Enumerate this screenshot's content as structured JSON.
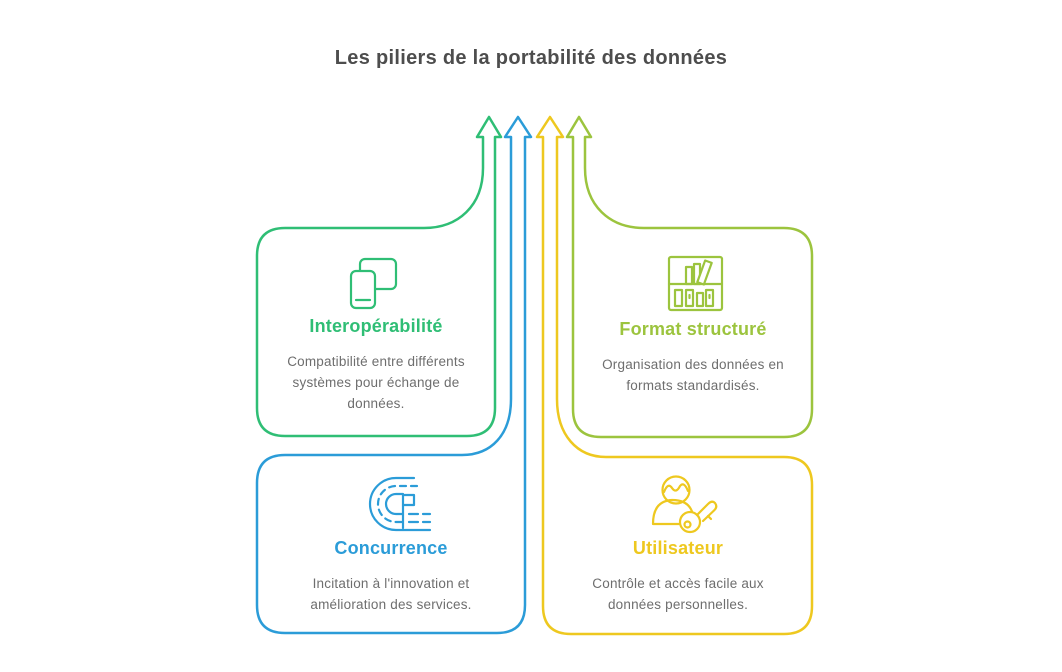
{
  "title": "Les piliers de la portabilité des données",
  "cards": [
    {
      "id": "interoperabilite",
      "title": "Interopérabilité",
      "description": "Compatibilité entre différents systèmes pour échange de données.",
      "color": "#2fbe75",
      "icon": "devices-icon",
      "position": "top-left"
    },
    {
      "id": "format-structure",
      "title": "Format structuré",
      "description": "Organisation des données en formats standardisés.",
      "color": "#9cc43e",
      "icon": "bookshelf-icon",
      "position": "top-right"
    },
    {
      "id": "concurrence",
      "title": "Concurrence",
      "description": "Incitation à l'innovation et amélioration des services.",
      "color": "#2b9cd8",
      "icon": "racetrack-icon",
      "position": "bottom-left"
    },
    {
      "id": "utilisateur",
      "title": "Utilisateur",
      "description": "Contrôle et accès facile aux données personnelles.",
      "color": "#eec81f",
      "icon": "user-key-icon",
      "position": "bottom-right"
    }
  ],
  "colors": {
    "title_text": "#4d4d4d",
    "body_text": "#6e6e6e",
    "green": "#2fbe75",
    "olive": "#9cc43e",
    "blue": "#2b9cd8",
    "yellow": "#eec81f"
  }
}
